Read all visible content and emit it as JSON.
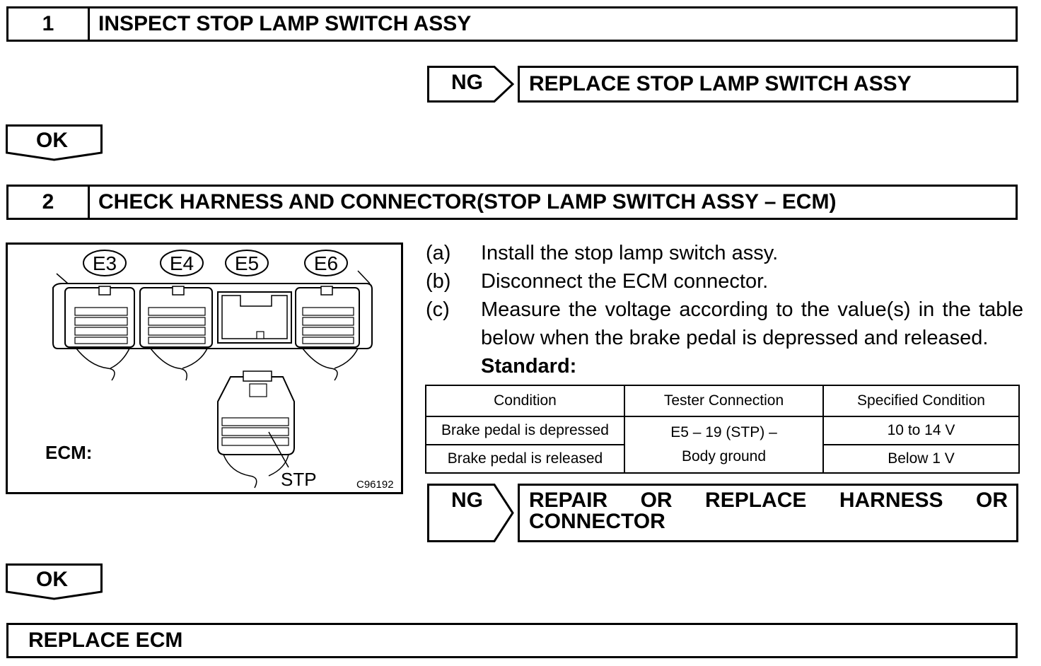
{
  "step1": {
    "number": "1",
    "title": "INSPECT STOP LAMP SWITCH ASSY"
  },
  "step1_ng": {
    "label": "NG",
    "action": "REPLACE STOP LAMP SWITCH ASSY"
  },
  "step1_ok": {
    "label": "OK"
  },
  "step2": {
    "number": "2",
    "title": "CHECK HARNESS AND CONNECTOR(STOP LAMP SWITCH ASSY – ECM)"
  },
  "figure": {
    "connectors": [
      "E3",
      "E4",
      "E5",
      "E6"
    ],
    "ecm_label": "ECM:",
    "pin_label": "STP",
    "figure_code": "C96192"
  },
  "instructions": [
    {
      "letter": "(a)",
      "text": "Install the stop lamp switch assy."
    },
    {
      "letter": "(b)",
      "text": "Disconnect the ECM connector."
    },
    {
      "letter": "(c)",
      "text": "Measure the voltage according to the value(s) in the table below when the brake pedal is depressed and released."
    }
  ],
  "standard_label": "Standard:",
  "spec_table": {
    "headers": [
      "Condition",
      "Tester Connection",
      "Specified Condition"
    ],
    "rows": [
      {
        "condition": "Brake pedal is depressed",
        "specified": "10 to 14 V"
      },
      {
        "condition": "Brake pedal is released",
        "specified": "Below 1 V"
      }
    ],
    "tester_connection_line1": "E5 – 19 (STP) –",
    "tester_connection_line2": "Body ground"
  },
  "step2_ng": {
    "label": "NG",
    "action_line1": [
      "REPAIR",
      "OR",
      "REPLACE",
      "HARNESS",
      "OR"
    ],
    "action_line2": "CONNECTOR"
  },
  "step2_ok": {
    "label": "OK"
  },
  "final": {
    "action": "REPLACE ECM"
  }
}
